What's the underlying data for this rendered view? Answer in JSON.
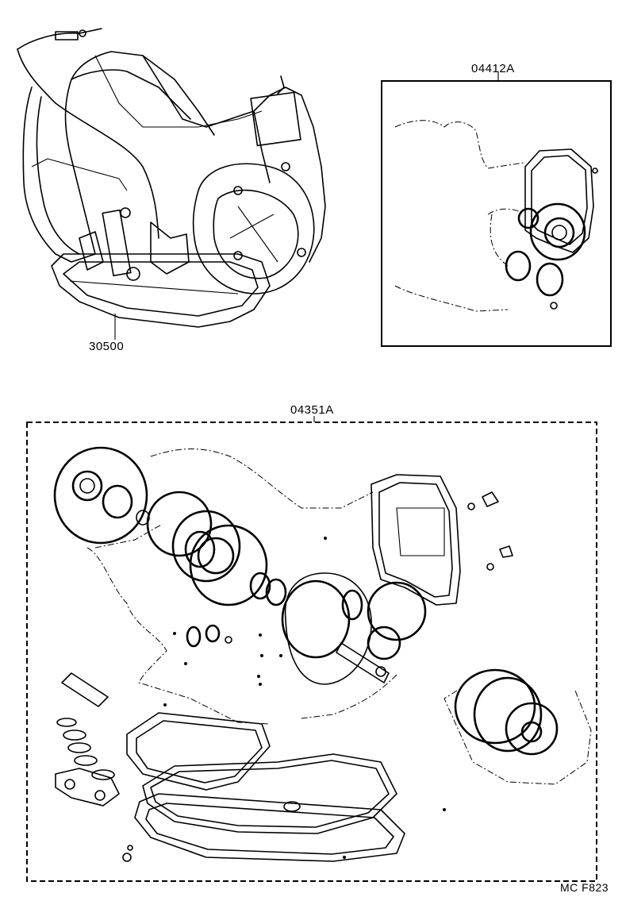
{
  "callouts": {
    "transaxle_assembly": "30500",
    "seal_kit_top": "04412A",
    "overhaul_gasket_kit": "04351A"
  },
  "figure_code": "MC F823"
}
